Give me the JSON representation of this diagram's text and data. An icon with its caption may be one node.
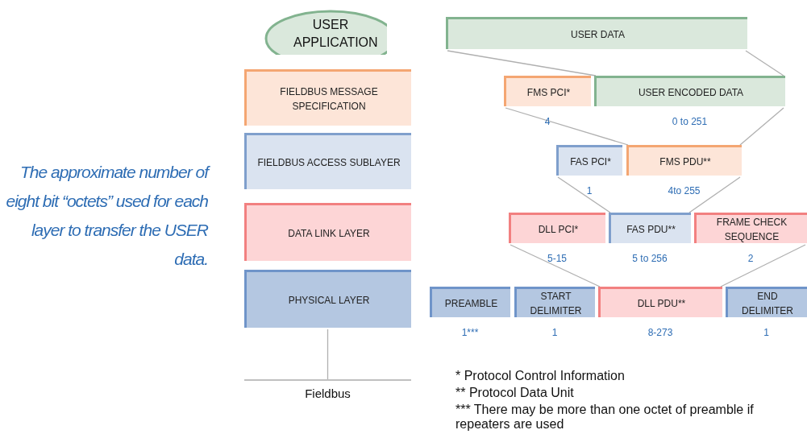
{
  "diagram": {
    "nodes": [
      {
        "text": [
          "USER APPLICATION"
        ]
      },
      {
        "text": [
          "FIELDBUS MESSAGE SPECIFICATION"
        ]
      },
      {
        "text": [
          "FIELDBUS ACCESS SUBLAYER"
        ]
      },
      {
        "text": [
          "DATA LINK LAYER"
        ]
      },
      {
        "text": [
          "PHYSICAL LAYER"
        ]
      },
      {
        "text": [
          "Fieldbus"
        ]
      },
      {
        "text": [
          "USER DATA"
        ]
      },
      {
        "text": [
          "FMS PCI*"
        ],
        "beside": [
          "4"
        ]
      },
      {
        "text": [
          "USER ENCODED DATA"
        ],
        "beside": [
          "0 to 251"
        ]
      },
      {
        "text": [
          "FAS PCI*"
        ],
        "beside": [
          "1"
        ]
      },
      {
        "text": [
          "FMS PDU**"
        ],
        "beside": [
          "4to 255"
        ]
      },
      {
        "text": [
          "DLL PCI*"
        ],
        "beside": [
          "5-15"
        ]
      },
      {
        "text": [
          "FAS PDU**"
        ],
        "beside": [
          "5 to 256"
        ]
      },
      {
        "text": [
          "FRAME CHECK SEQUENCE"
        ],
        "beside": [
          "2"
        ]
      },
      {
        "text": [
          "PREAMBLE"
        ],
        "beside": [
          "1***"
        ]
      },
      {
        "text": [
          "START DELIMITER"
        ],
        "beside": [
          "1"
        ]
      },
      {
        "text": [
          "DLL PDU**"
        ],
        "beside": [
          "8-273"
        ]
      },
      {
        "text": [
          "END DELIMITER"
        ],
        "beside": [
          "1"
        ]
      }
    ],
    "edges": [
      {
        "from": 6,
        "to": 8,
        "arrow": "none"
      },
      {
        "from": 6,
        "to": 8,
        "arrow": "none"
      },
      {
        "from": 7,
        "to": 10,
        "arrow": "none"
      },
      {
        "from": 8,
        "to": 10,
        "arrow": "none"
      },
      {
        "from": 9,
        "to": 12,
        "arrow": "none"
      },
      {
        "from": 10,
        "to": 12,
        "arrow": "none"
      },
      {
        "from": 11,
        "to": 16,
        "arrow": "none"
      },
      {
        "from": 13,
        "to": 16,
        "arrow": "none"
      },
      {
        "from": 4,
        "to": 5,
        "arrow": "none"
      }
    ],
    "labels": [
      "The approximate number of eight bit “octets” used for each layer to transfer the USER data.",
      "* Protocol Control Information",
      "** Protocol Data Unit",
      "*** There may be more than one octet of preamble if repeaters are used"
    ]
  }
}
